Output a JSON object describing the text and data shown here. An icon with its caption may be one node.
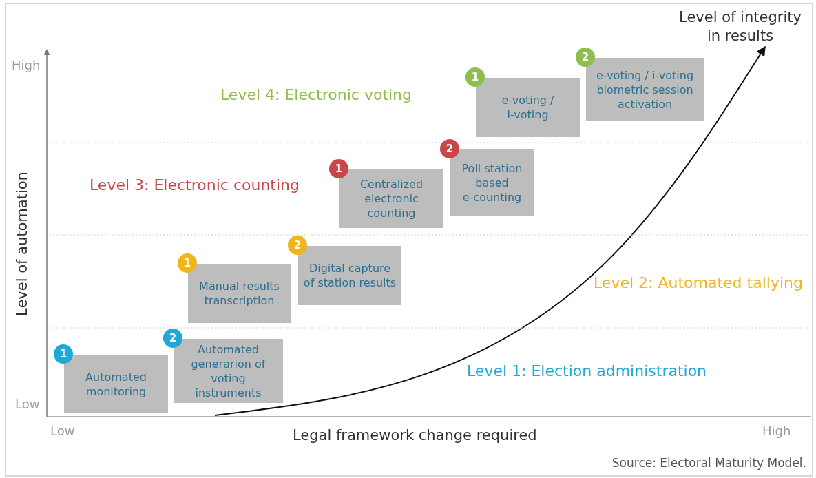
{
  "diagram": {
    "caption": "Source: Electoral Maturity Model.",
    "nodes": [
      {
        "text": [
          "1",
          "Automated monitoring"
        ]
      },
      {
        "text": [
          "2",
          "Automated generarion of voting instruments"
        ]
      },
      {
        "text": [
          "1",
          "Manual results transcription"
        ]
      },
      {
        "text": [
          "2",
          "Digital capture of station results"
        ]
      },
      {
        "text": [
          "1",
          "Centralized electronic counting"
        ]
      },
      {
        "text": [
          "2",
          "Poll station based e-counting"
        ]
      },
      {
        "text": [
          "1",
          "e-voting / i-voting"
        ]
      },
      {
        "text": [
          "2",
          "e-voting / i-voting biometric session activation"
        ]
      },
      {
        "text": [
          "Level of integrity in results"
        ]
      }
    ],
    "edges": [
      {
        "from": null,
        "to": 8,
        "arrow": "to"
      }
    ],
    "labels": [
      "High",
      "Level 4: Electronic voting",
      "Level 3: Electronic counting",
      "Level of automation",
      "Level 2: Automated tallying",
      "Level 1: Election administration",
      "Low",
      "Low",
      "Legal framework change required",
      "High"
    ]
  }
}
